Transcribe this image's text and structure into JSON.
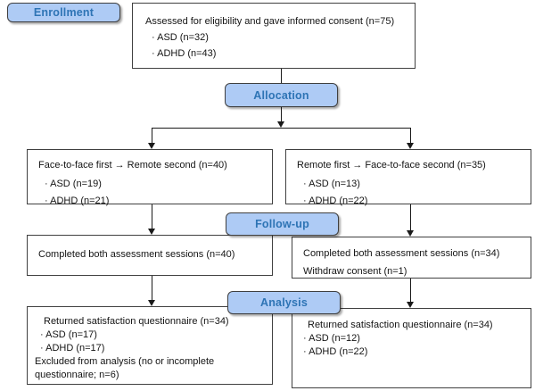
{
  "badges": {
    "enrollment": "Enrollment",
    "allocation": "Allocation",
    "followup": "Follow-up",
    "analysis": "Analysis"
  },
  "boxes": {
    "eligibility": {
      "lines": [
        "Assessed for eligibility and gave informed consent (n=75)",
        "· ASD (n=32)",
        "· ADHD (n=43)"
      ]
    },
    "allocation_left": {
      "lines": [
        "Face-to-face first → Remote second (n=40)",
        "· ASD (n=19)",
        "· ADHD (n=21)"
      ]
    },
    "allocation_right": {
      "lines": [
        "Remote first → Face-to-face second (n=35)",
        "· ASD (n=13)",
        "· ADHD (n=22)"
      ]
    },
    "followup_left": {
      "lines": [
        "Completed both assessment sessions (n=40)"
      ]
    },
    "followup_right": {
      "lines": [
        "Completed both assessment sessions (n=34)",
        "Withdraw consent (n=1)"
      ]
    },
    "analysis_left": {
      "lines": [
        "Returned satisfaction questionnaire (n=34)",
        "· ASD (n=17)",
        "· ADHD (n=17)",
        "Excluded from analysis (no or incomplete\nquestionnaire; n=6)"
      ]
    },
    "analysis_right": {
      "lines": [
        "Returned satisfaction questionnaire (n=34)",
        "· ASD (n=12)",
        "· ADHD (n=22)"
      ]
    }
  },
  "colors": {
    "badge_fill": "#AECBF5",
    "badge_border": "#3F3F3F",
    "badge_text": "#2E74B5",
    "box_border": "#404040",
    "box_text": "#141414",
    "connector": "#1A1A1A",
    "background": "#FFFFFF"
  }
}
